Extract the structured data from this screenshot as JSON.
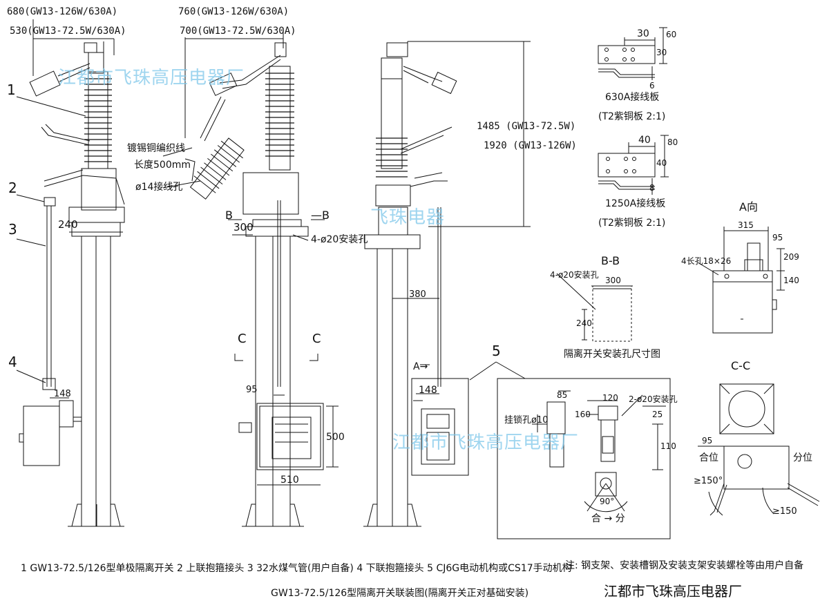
{
  "dims": {
    "d680": "680(GW13-126W/630A)",
    "d530": "530(GW13-72.5W/630A)",
    "d760": "760(GW13-126W/630A)",
    "d700": "700(GW13-72.5W/630A)",
    "d240": "240",
    "d300": "300",
    "d148a": "148",
    "d95a": "95",
    "d500": "500",
    "d510": "510",
    "d380": "380",
    "d148b": "148",
    "d1485": "1485 (GW13-72.5W)",
    "d1920": "1920 (GW13-126W)",
    "d30a": "30",
    "d60": "60",
    "d30b": "30",
    "d6": "6",
    "d40a": "40",
    "d80": "80",
    "d40b": "40",
    "d8": "8",
    "d315": "315",
    "d95b": "95",
    "d209": "209",
    "d140": "140",
    "d300b": "300",
    "d240b": "240",
    "d85": "85",
    "d120": "120",
    "d160": "160",
    "d25": "25",
    "d110": "110",
    "d95c": "95",
    "d150deg": "≥150°",
    "d150": "≥150",
    "d90": "90°"
  },
  "labels": {
    "braid": "镀锡铜编织线",
    "braid_len": "长度500mm",
    "hole14": "ø14接线孔",
    "hole20": "4-ø20安装孔",
    "section_b_left": "B",
    "section_b_right": "—B",
    "section_c_left": "C",
    "section_c_right": "C",
    "a_arrow": "A→",
    "plate630": "630A接线板",
    "plate630_mat": "(T2紫铜板 2:1)",
    "plate1250": "1250A接线板",
    "plate1250_mat": "(T2紫铜板 2:1)",
    "view_a": "A向",
    "slot": "4长孔18×26",
    "bb_title": "B-B",
    "bb_hole": "4-ø20安装孔",
    "bb_caption": "隔离开关安装孔尺寸图",
    "cc_title": "C-C",
    "close_pos": "合位",
    "open_pos": "分位",
    "lock_hole": "挂锁孔ø10",
    "inst_hole": "2-ø20安装孔",
    "close_open": "合 → 分",
    "n1": "1",
    "n2": "2",
    "n3": "3",
    "n4": "4",
    "n5": "5"
  },
  "legend": "1 GW13-72.5/126型单极隔离开关 2 上联抱箍接头 3 32水煤气管(用户自备) 4 下联抱箍接头 5 CJ6G电动机构或CS17手动机构",
  "note": "注: 钢支架、安装槽钢及安装支架安装螺栓等由用户自备",
  "title": "GW13-72.5/126型隔离开关联装图(隔离开关正对基础安装)",
  "company": "江都市飞珠高压电器厂",
  "watermarks": {
    "w1": "江都市飞珠高压电器厂",
    "w2": "飞珠电器",
    "w3": "江都市飞珠高压电器厂"
  }
}
